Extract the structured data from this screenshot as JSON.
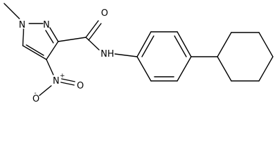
{
  "molecule": {
    "atoms": {
      "n1": "N",
      "n2": "N",
      "o_carbonyl": "O",
      "nh": "NH",
      "n_nitro": "N",
      "n_nitro_charge": "+",
      "o_nitro_1": "O",
      "o_nitro_2": "O",
      "o_nitro_2_charge": "-"
    },
    "bond_color": "#000000"
  }
}
